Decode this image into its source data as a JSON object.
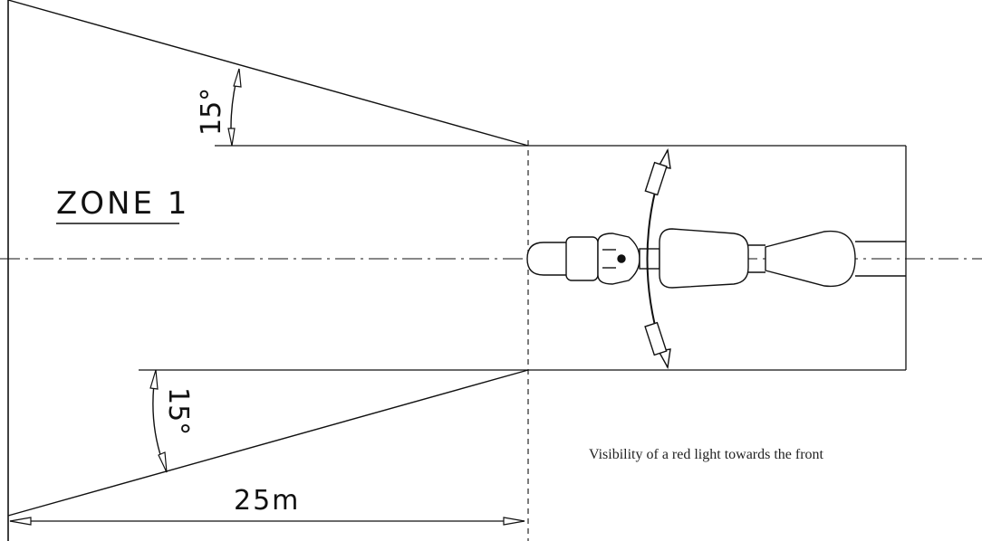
{
  "labels": {
    "zone": "ZONE 1",
    "angle_top": "15°",
    "angle_bottom": "15°",
    "distance": "25m",
    "caption": "Visibility of a red light towards the front"
  },
  "colors": {
    "line": "#111111",
    "background": "#ffffff"
  }
}
